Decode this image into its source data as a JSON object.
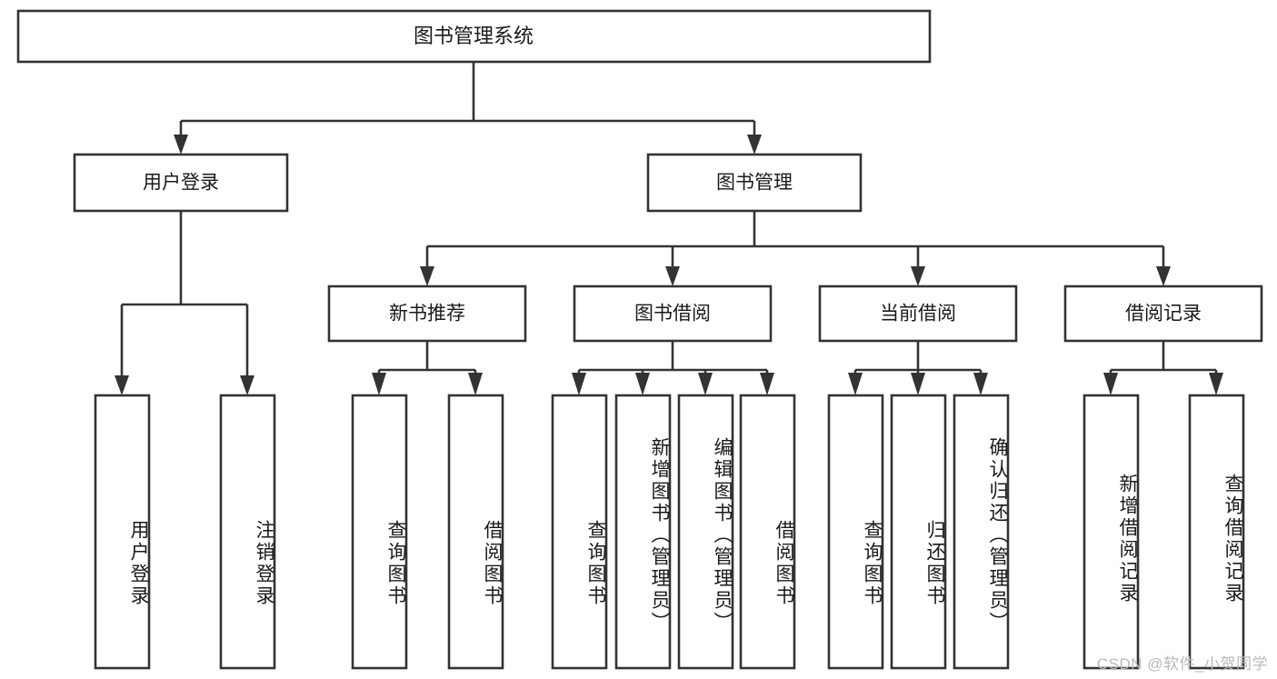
{
  "diagram": {
    "type": "tree-hierarchy",
    "title": "图书管理系统",
    "watermark": "CSDN @软件_小贺同学",
    "colors": {
      "stroke": "#333333",
      "fill": "#ffffff",
      "text": "#1a1a1a",
      "watermark": "#b9b9b9"
    },
    "root": {
      "label": "图书管理系统"
    },
    "level2": [
      {
        "label": "用户登录"
      },
      {
        "label": "图书管理"
      }
    ],
    "level3": [
      {
        "label": "新书推荐"
      },
      {
        "label": "图书借阅"
      },
      {
        "label": "当前借阅"
      },
      {
        "label": "借阅记录"
      }
    ],
    "leaves": {
      "user_login": [
        {
          "label": "用户登录"
        },
        {
          "label": "注销登录"
        }
      ],
      "new_book": [
        {
          "label": "查询图书"
        },
        {
          "label": "借阅图书"
        }
      ],
      "book_borrow": [
        {
          "label": "查询图书"
        },
        {
          "label": "新增图书（管理员）"
        },
        {
          "label": "编辑图书（管理员）"
        },
        {
          "label": "借阅图书"
        }
      ],
      "current_borrow": [
        {
          "label": "查询图书"
        },
        {
          "label": "归还图书"
        },
        {
          "label": "确认归还（管理员）"
        }
      ],
      "borrow_record": [
        {
          "label": "新增借阅记录"
        },
        {
          "label": "查询借阅记录"
        }
      ]
    }
  }
}
